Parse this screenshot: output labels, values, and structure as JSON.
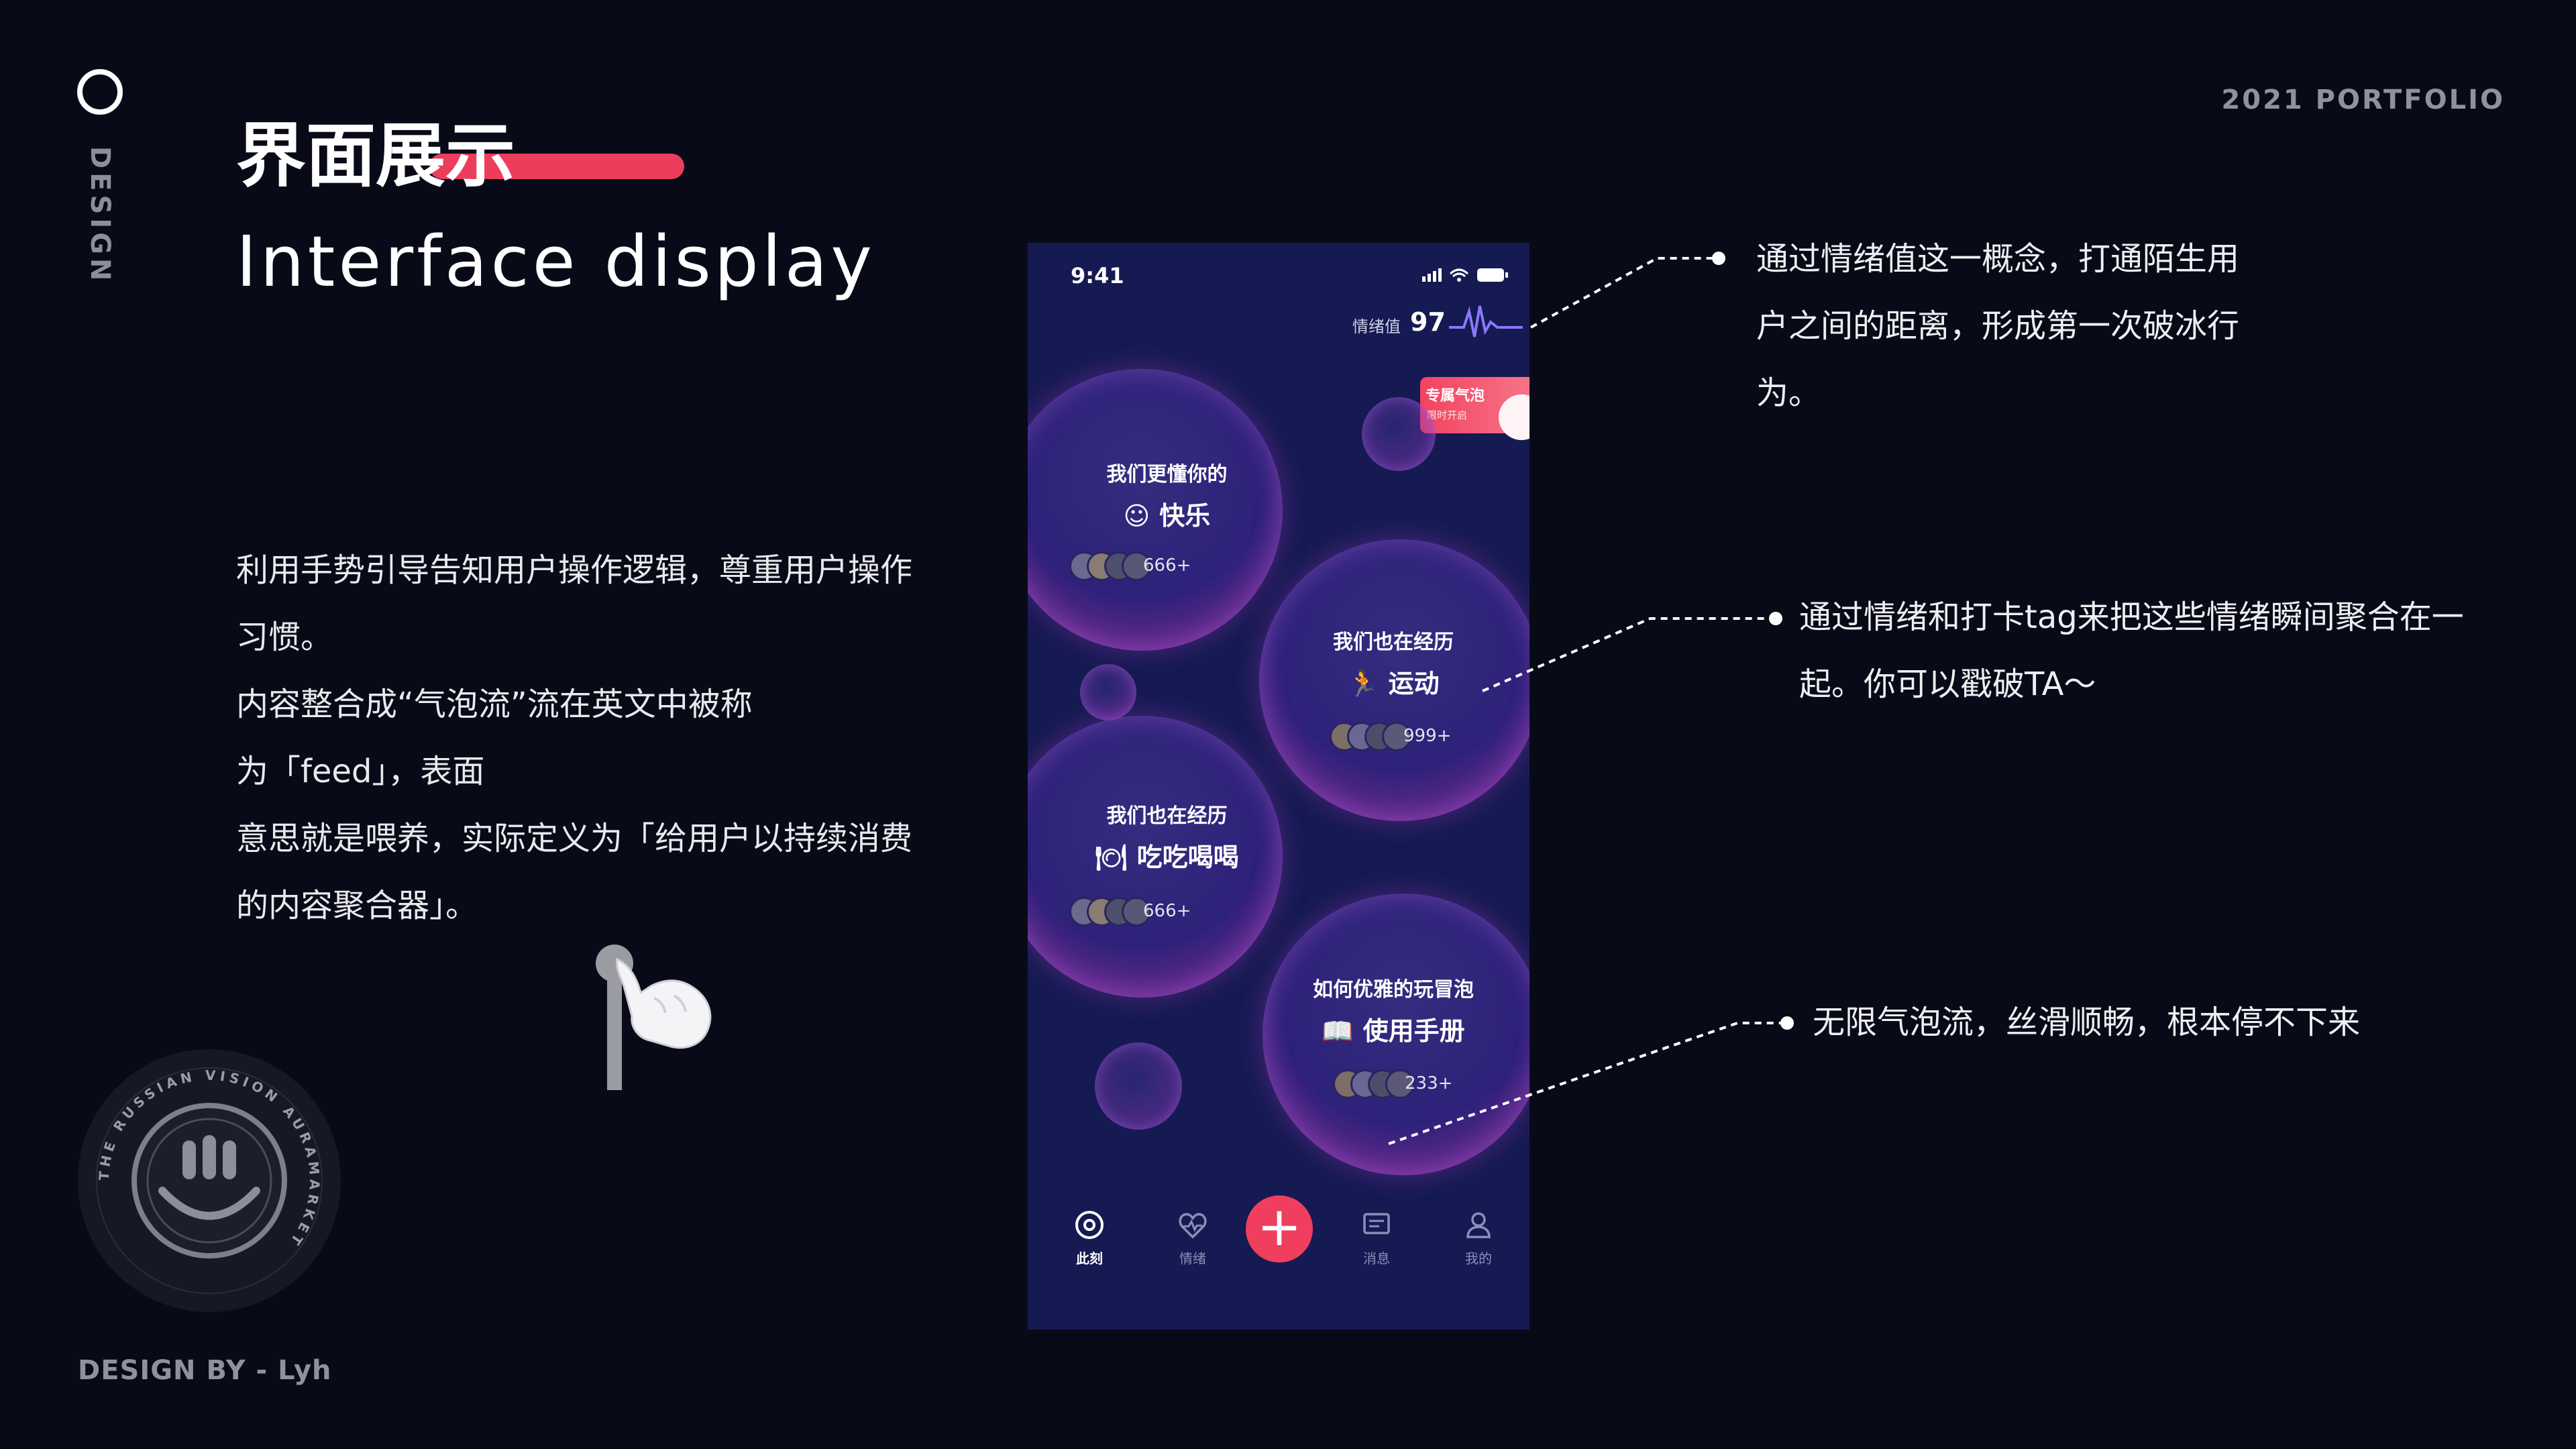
{
  "brand": {
    "side_label": "DESIGN",
    "portfolio": "2021 PORTFOLIO",
    "designer": "DESIGN BY - Lyh",
    "badge_ring_text": "THE RUSSIAN VISION AURAMARKET"
  },
  "title": {
    "cn": "界面展示",
    "en": "Interface display"
  },
  "description": [
    "利用手势引导告知用户操作逻辑，尊重用户操作",
    "习惯。",
    "内容整合成“气泡流”流在英文中被称",
    "为「feed」，表面",
    "意思就是喂养，实际定义为「给用户以持续消费",
    "的内容聚合器」。"
  ],
  "phone": {
    "time": "9:41",
    "mood_label": "情绪值",
    "mood_value": "97",
    "promo": {
      "title": "专属气泡",
      "subtitle": "限时开启"
    },
    "bubbles": [
      {
        "title": "我们更懂你的",
        "icon": "☺",
        "tag": "快乐",
        "count": "666+"
      },
      {
        "title": "我们也在经历",
        "icon": "🏃",
        "tag": "运动",
        "count": "999+"
      },
      {
        "title": "我们也在经历",
        "icon": "🍽",
        "tag": "吃吃喝喝",
        "count": "666+"
      },
      {
        "title": "如何优雅的玩冒泡",
        "icon": "📖",
        "tag": "使用手册",
        "count": "233+"
      }
    ],
    "tabs": [
      {
        "label": "此刻",
        "icon": "target-icon"
      },
      {
        "label": "情绪",
        "icon": "heart-pulse-icon"
      },
      {
        "label": "",
        "icon": "plus-icon"
      },
      {
        "label": "消息",
        "icon": "message-icon"
      },
      {
        "label": "我的",
        "icon": "user-icon"
      }
    ],
    "add_symbol": "+"
  },
  "annotations": [
    [
      "通过情绪值这一概念，打通陌生用",
      "户之间的距离，形成第一次破冰行",
      "为。"
    ],
    [
      "通过情绪和打卡tag来把这些情绪瞬间聚合在一",
      "起。你可以戳破TA～"
    ],
    [
      "无限气泡流，丝滑顺畅，根本停不下来"
    ]
  ],
  "colors": {
    "background": "#080b17",
    "accent": "#ec3e5c",
    "phone_bg": "#151a52",
    "bubble_glow": "#c44bd0"
  }
}
